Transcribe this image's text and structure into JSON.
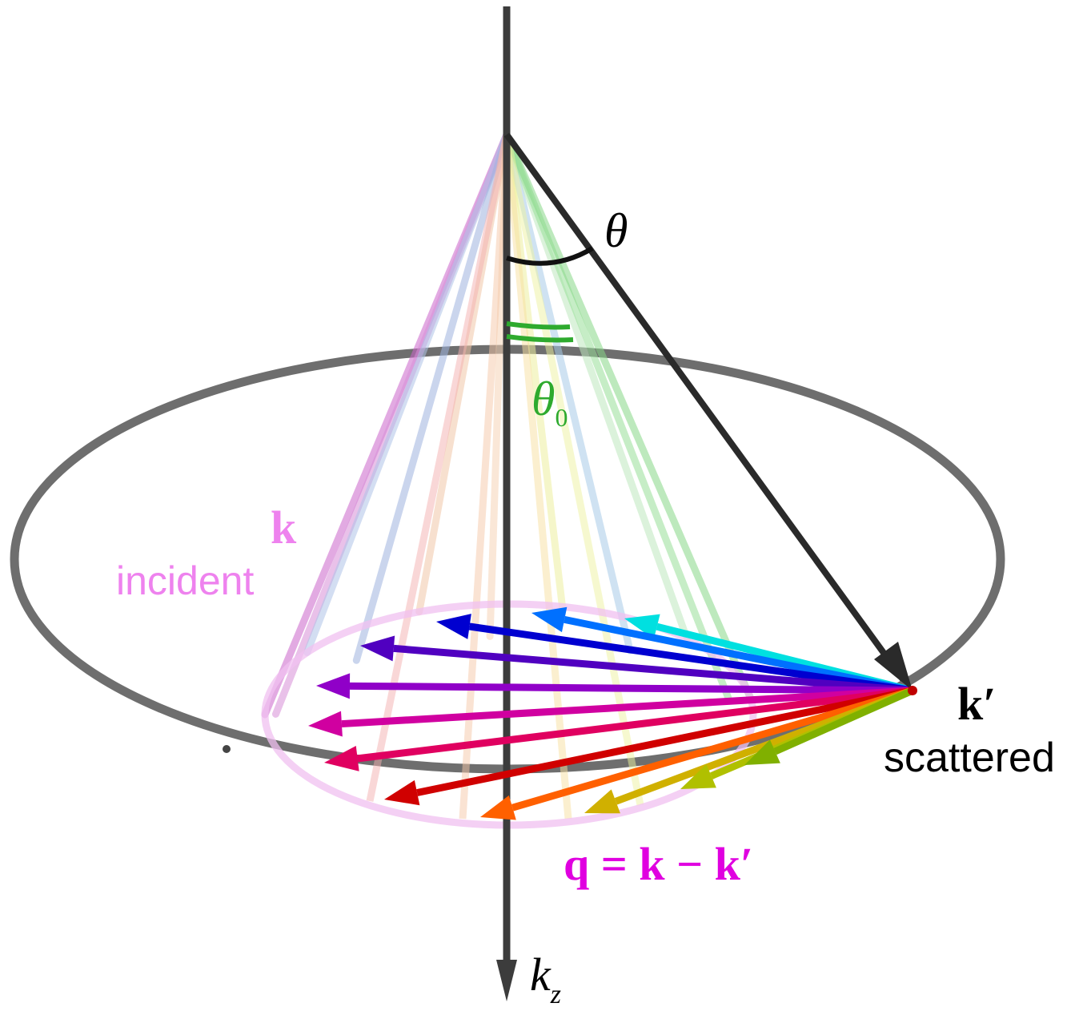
{
  "labels": {
    "theta": "θ",
    "theta0_symbol": "θ",
    "theta0_subscript": "0",
    "k_vector": "k",
    "incident": "incident",
    "k_prime": "k′",
    "scattered": "scattered",
    "q_equation": "q = k − k′",
    "kz_k": "k",
    "kz_sub": "z"
  },
  "colors": {
    "axis": "#3c3c3c",
    "circle": "#6e6e6e",
    "k_prime_arrow": "#2a2a2a",
    "theta": "#000000",
    "theta0": "#2eaa2e",
    "incident": "#ee82ee",
    "q_label": "#e000e0",
    "scattered": "#000000"
  },
  "incident_vector_colors": [
    "#cc66cc",
    "#d88fd8",
    "#b0c4e8",
    "#9fb4e0",
    "#f2c7a8",
    "#f7d5b8",
    "#eef0a0",
    "#a8cce8",
    "#bfe8bf",
    "#99e099",
    "#88d888"
  ],
  "q_vector_colors": [
    "#00e0e0",
    "#0070ff",
    "#0000d0",
    "#5000c0",
    "#9000c8",
    "#d000a0",
    "#e00060",
    "#d00000",
    "#ff6000",
    "#d0b000",
    "#b0c000",
    "#80b000"
  ]
}
